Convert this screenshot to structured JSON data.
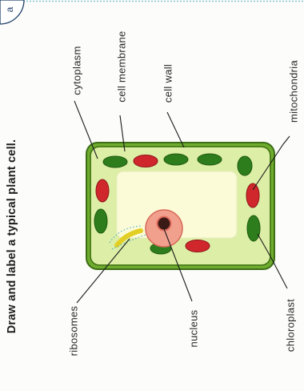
{
  "badge": "a",
  "instruction": "Draw and label a typical plant cell.",
  "labels": {
    "cytoplasm": "cytoplasm",
    "cell_membrane": "cell membrane",
    "cell_wall": "cell wall",
    "mitochondria": "mitochondria",
    "ribosomes": "ribosomes",
    "nucleus": "nucleus",
    "chloroplast": "chloroplast"
  },
  "colors": {
    "cell_wall": "#6fac2e",
    "cytoplasm": "#ddeea6",
    "vacuole": "#fbfbd7",
    "chloroplast": "#2e7d1c",
    "mitochondria": "#d0272d",
    "nucleus": "#f2a08e",
    "nucleolus": "#3b1a16"
  }
}
